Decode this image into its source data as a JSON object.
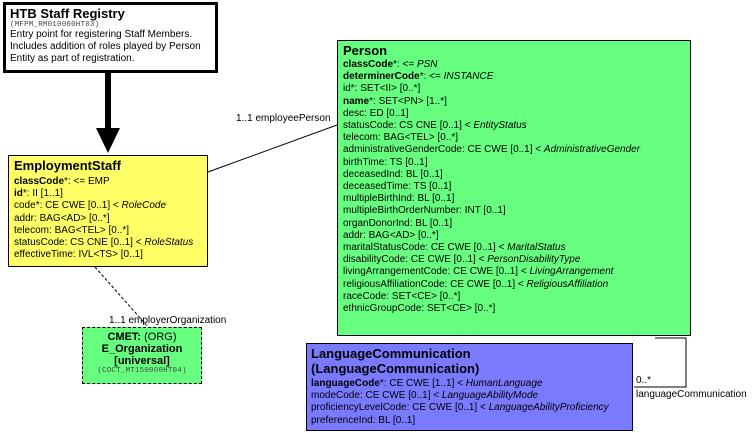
{
  "header": {
    "title": "HTB Staff Registry",
    "code": "(MFPM_RM010000HT03)",
    "description": [
      "Entry point for registering Staff Members.",
      "Includes addition of roles played by Person",
      "Entity as part of registration."
    ]
  },
  "employment_staff": {
    "title": "EmploymentStaff",
    "attributes": [
      {
        "name": "classCode",
        "suffix": "*: <= EMP",
        "italic": "",
        "bold": true
      },
      {
        "name": "id",
        "suffix": "*: II [1..1]",
        "italic": "",
        "bold": true
      },
      {
        "name": "code",
        "suffix": "*: CE CWE [0..1] < ",
        "italic": "RoleCode",
        "bold": false
      },
      {
        "name": "addr",
        "suffix": ": BAG<AD> [0..*]",
        "italic": "",
        "bold": false
      },
      {
        "name": "telecom",
        "suffix": ": BAG<TEL> [0..*]",
        "italic": "",
        "bold": false
      },
      {
        "name": "statusCode",
        "suffix": ": CS CNE [0..1] < ",
        "italic": "RoleStatus",
        "bold": false
      },
      {
        "name": "effectiveTime",
        "suffix": ": IVL<TS> [0..1]",
        "italic": "",
        "bold": false
      }
    ]
  },
  "person": {
    "title": "Person",
    "attributes": [
      {
        "name": "classCode",
        "suffix": "*: <= ",
        "italic": "PSN",
        "bold": true
      },
      {
        "name": "determinerCode",
        "suffix": "*: <= ",
        "italic": "INSTANCE",
        "bold": true
      },
      {
        "name": "id",
        "suffix": "*: SET<II> [0..*]",
        "italic": "",
        "bold": false
      },
      {
        "name": "name",
        "suffix": "*: SET<PN> [1..*]",
        "italic": "",
        "bold": true
      },
      {
        "name": "desc",
        "suffix": ": ED [0..1]",
        "italic": "",
        "bold": false
      },
      {
        "name": "statusCode",
        "suffix": ": CS CNE [0..1] < ",
        "italic": "EntityStatus",
        "bold": false
      },
      {
        "name": "telecom",
        "suffix": ": BAG<TEL> [0..*]",
        "italic": "",
        "bold": false
      },
      {
        "name": "administrativeGenderCode",
        "suffix": ": CE CWE [0..1] < ",
        "italic": "AdministrativeGender",
        "bold": false
      },
      {
        "name": "birthTime",
        "suffix": ": TS [0..1]",
        "italic": "",
        "bold": false
      },
      {
        "name": "deceasedInd",
        "suffix": ": BL [0..1]",
        "italic": "",
        "bold": false
      },
      {
        "name": "deceasedTime",
        "suffix": ": TS [0..1]",
        "italic": "",
        "bold": false
      },
      {
        "name": "multipleBirthInd",
        "suffix": ": BL [0..1]",
        "italic": "",
        "bold": false
      },
      {
        "name": "multipleBirthOrderNumber",
        "suffix": ": INT [0..1]",
        "italic": "",
        "bold": false
      },
      {
        "name": "organDonorInd",
        "suffix": ": BL [0..1]",
        "italic": "",
        "bold": false
      },
      {
        "name": "addr",
        "suffix": ": BAG<AD> [0..*]",
        "italic": "",
        "bold": false
      },
      {
        "name": "maritalStatusCode",
        "suffix": ": CE CWE [0..1] < ",
        "italic": "MaritalStatus",
        "bold": false
      },
      {
        "name": "disabilityCode",
        "suffix": ": CE CWE [0..1] < ",
        "italic": "PersonDisabilityType",
        "bold": false
      },
      {
        "name": "livingArrangementCode",
        "suffix": ": CE CWE [0..1] < ",
        "italic": "LivingArrangement",
        "bold": false
      },
      {
        "name": "religiousAffiliationCode",
        "suffix": ": CE CWE [0..1] < ",
        "italic": "ReligiousAffiliation",
        "bold": false
      },
      {
        "name": "raceCode",
        "suffix": ": SET<CE> [0..*]",
        "italic": "",
        "bold": false
      },
      {
        "name": "ethnicGroupCode",
        "suffix": ": SET<CE> [0..*]",
        "italic": "",
        "bold": false
      }
    ]
  },
  "language": {
    "title_line1": "LanguageCommunication",
    "title_line2": "(LanguageCommunication)",
    "attributes": [
      {
        "name": "languageCode",
        "suffix": "*: CE CWE [1..1] < ",
        "italic": "HumanLanguage",
        "bold": true
      },
      {
        "name": "modeCode",
        "suffix": ": CE CWE [0..1] < ",
        "italic": "LanguageAbilityMode",
        "bold": false
      },
      {
        "name": "proficiencyLevelCode",
        "suffix": ": CE CWE [0..1] < ",
        "italic": "LanguageAbilityProficiency",
        "bold": false
      },
      {
        "name": "preferenceInd",
        "suffix": ": BL [0..1]",
        "italic": "",
        "bold": false
      }
    ]
  },
  "cmet": {
    "line1_bold": "CMET:",
    "line1_rest": " (ORG)",
    "line2": "E_Organization",
    "line3": "[universal]",
    "code": "(COCT_MT150000HT04)"
  },
  "labels": {
    "employee_person": "1..1 employeePerson",
    "employer_org": "1..1 employerOrganization",
    "lang_mult": "0..*",
    "lang_comm": "languageCommunication"
  },
  "colors": {
    "yellow": "#ffff66",
    "green": "#66ff80",
    "blue": "#7a7aff"
  }
}
